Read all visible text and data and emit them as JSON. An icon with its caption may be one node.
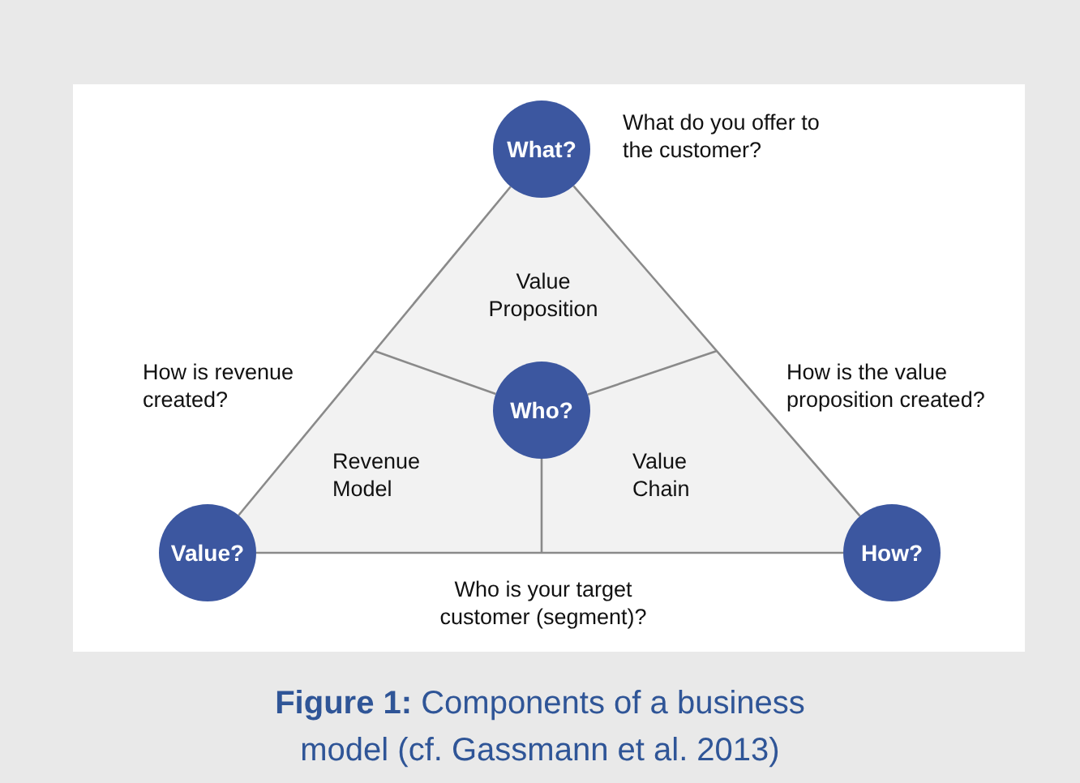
{
  "diagram": {
    "caption": "**Figure 1:** Components of a business model (cf. Gassmann et al. 2013)",
    "nodes": [
      {
        "text": [
          "What?"
        ],
        "beside": [
          "What do you offer to the customer?"
        ]
      },
      {
        "text": [
          "Who?"
        ]
      },
      {
        "text": [
          "Value?"
        ]
      },
      {
        "text": [
          "How?"
        ]
      }
    ],
    "edges": [
      {
        "from": 0,
        "to": 2,
        "arrow": "none"
      },
      {
        "from": 0,
        "to": 3,
        "arrow": "none"
      },
      {
        "from": 2,
        "to": 3,
        "arrow": "none"
      },
      {
        "from": 1,
        "to": null,
        "arrow": "none"
      },
      {
        "from": 1,
        "to": null,
        "arrow": "none"
      },
      {
        "from": 1,
        "to": null,
        "arrow": "none"
      }
    ],
    "labels": [
      "Value Proposition",
      "How is revenue created?",
      "How is the value proposition created?",
      "Revenue Model",
      "Value Chain",
      "Who is your target customer (segment)?"
    ]
  }
}
